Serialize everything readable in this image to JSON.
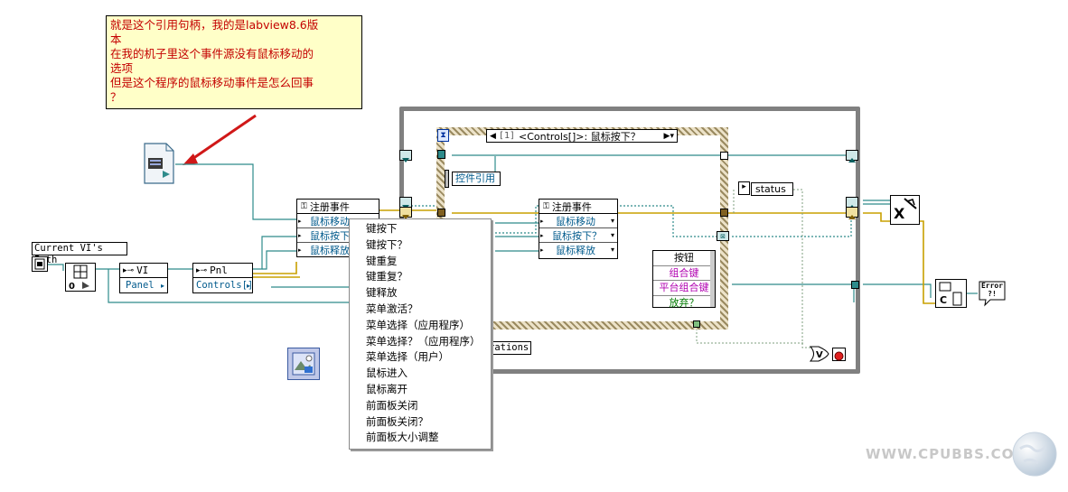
{
  "annotation": {
    "lines": [
      "就是这个引用句柄，我的是labview8.6版",
      "本",
      "在我的机子里这个事件源没有鼠标移动的",
      "选项",
      "但是这个程序的鼠标移动事件是怎么回事",
      "？"
    ]
  },
  "current_vi_path": {
    "label": "Current VI's Path"
  },
  "property_nodes": {
    "vi": {
      "title": "VI",
      "property": "Panel"
    },
    "pnl": {
      "title": "Pnl",
      "property": "Controls[]"
    }
  },
  "register_events_1": {
    "title": "注册事件",
    "rows": [
      "鼠标移动",
      "鼠标按下？",
      "鼠标释放"
    ]
  },
  "register_events_2": {
    "title": "注册事件",
    "rows": [
      "鼠标移动",
      "鼠标按下？",
      "鼠标释放"
    ]
  },
  "event_case_selector": {
    "index": "[1]",
    "label": "<Controls[]>: 鼠标按下？"
  },
  "control_ref_label": "控件引用",
  "case_items": [
    "按钮",
    "组合键",
    "平台组合键",
    "放弃？"
  ],
  "status_label": "status",
  "iterations_label": "rations",
  "context_menu": {
    "items": [
      "键按下",
      "键按下？",
      "键重复",
      "键重复？",
      "键释放",
      "菜单激活？",
      "菜单选择（应用程序）",
      "菜单选择？（应用程序）",
      "菜单选择（用户）",
      "鼠标进入",
      "鼠标离开",
      "前面板关闭",
      "前面板关闭？",
      "前面板大小调整"
    ]
  },
  "error_node": {
    "label": "Error ?!"
  },
  "watermark": "WWW.CPUBBS.COM",
  "colors": {
    "wire_ref": "#2e8b8b",
    "wire_cluster": "#c8a000",
    "annotation_text": "#c40000",
    "annotation_bg": "#ffffc8",
    "arrow": "#d01818",
    "event_data_text": "#005a8c",
    "case_magenta": "#b000b0",
    "case_green": "#007a00"
  },
  "icons": [
    "vi-file-icon",
    "build-path-icon",
    "open-vi-ref-icon",
    "close-ref-icon",
    "destroy-user-event-icon",
    "merge-errors-icon",
    "simple-error-icon",
    "or-icon",
    "stop-icon",
    "image-decoration-icon"
  ]
}
